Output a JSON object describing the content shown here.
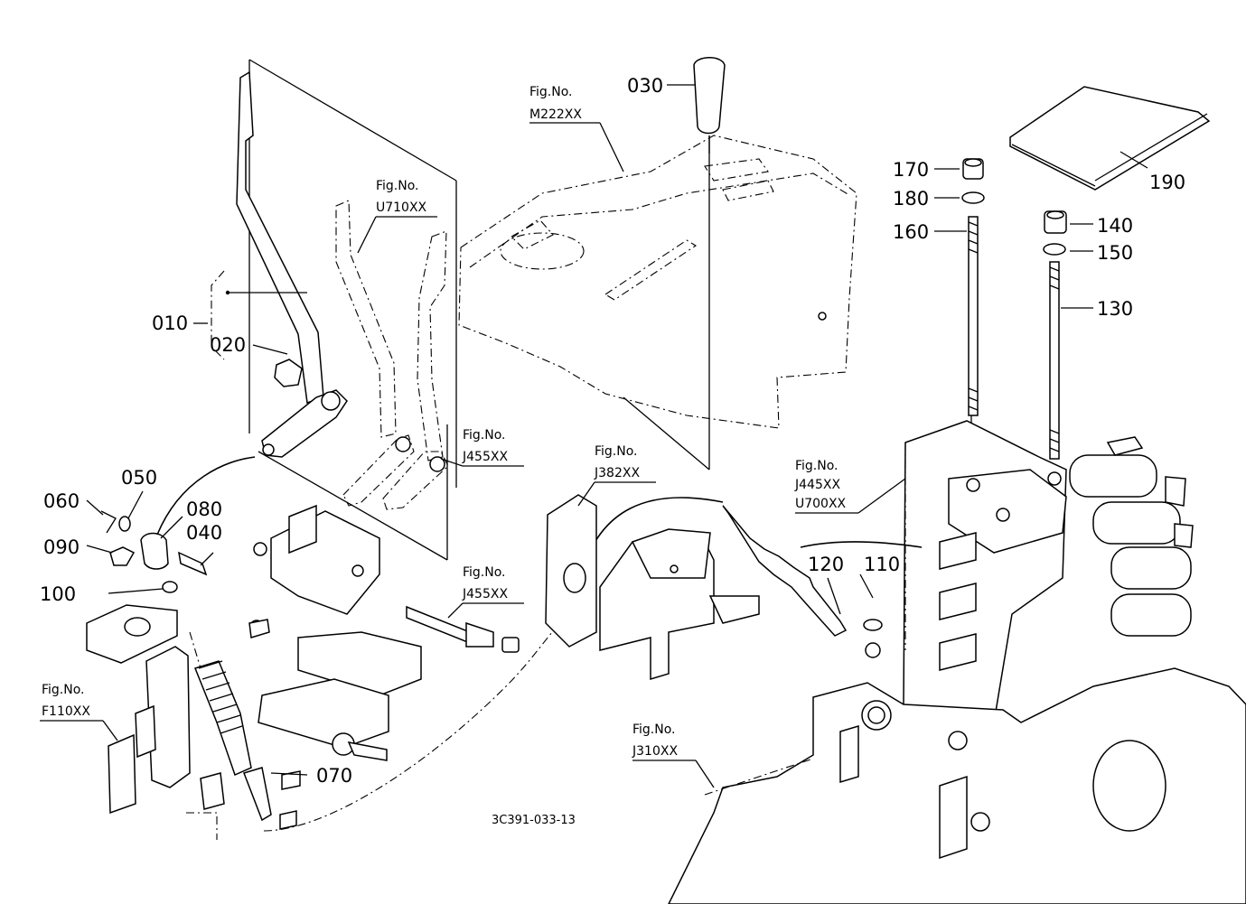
{
  "parts": {
    "p010": "010",
    "p020": "020",
    "p030": "030",
    "p040": "040",
    "p050": "050",
    "p060": "060",
    "p070": "070",
    "p080": "080",
    "p090": "090",
    "p100": "100",
    "p110": "110",
    "p120": "120",
    "p130": "130",
    "p140": "140",
    "p150": "150",
    "p160": "160",
    "p170": "170",
    "p180": "180",
    "p190": "190"
  },
  "figure_refs": {
    "m222": {
      "line1": "Fig.No.",
      "line2": "M222XX"
    },
    "u710": {
      "line1": "Fig.No.",
      "line2": "U710XX"
    },
    "j455_top": {
      "line1": "Fig.No.",
      "line2": "J455XX"
    },
    "j455_bottom": {
      "line1": "Fig.No.",
      "line2": "J455XX"
    },
    "j382": {
      "line1": "Fig.No.",
      "line2": "J382XX"
    },
    "j445": {
      "line1": "Fig.No.",
      "line2": "J445XX",
      "line3": "U700XX"
    },
    "f110": {
      "line1": "Fig.No.",
      "line2": "F110XX"
    },
    "j310": {
      "line1": "Fig.No.",
      "line2": "J310XX"
    }
  },
  "diagram_code": "3C391-033-13"
}
